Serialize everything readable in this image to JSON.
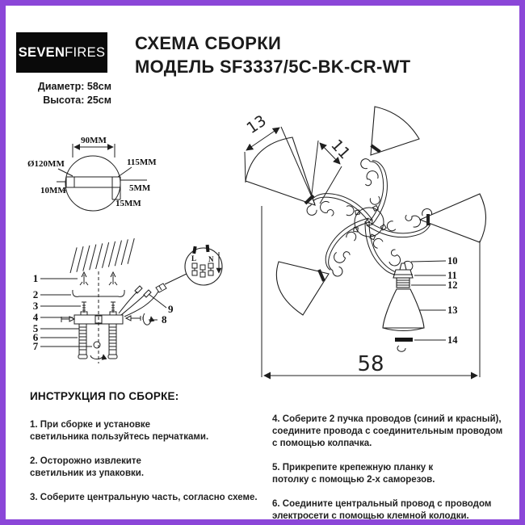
{
  "meta": {
    "accent_color": "#8b46d8",
    "line_color": "#1f1f1f"
  },
  "header": {
    "logo_bold": "SEVEN",
    "logo_light": "FIRES",
    "title_line1": "СХЕМА СБОРКИ",
    "title_line2": "МОДЕЛЬ SF3337/5C-BK-CR-WT",
    "diameter": "Диаметр: 58см",
    "height": "Высота: 25см"
  },
  "mount_drawing": {
    "dim_width": "90MM",
    "dim_diameter": "Ø120MM",
    "dim_right": "115MM",
    "dim_left": "10MM",
    "dim_edge": "5MM",
    "dim_depth": "15MM"
  },
  "install_diagram": {
    "parts": [
      "1",
      "2",
      "3",
      "4",
      "5",
      "6",
      "7",
      "8",
      "9"
    ],
    "wire_live": "L",
    "wire_neutral": "N"
  },
  "chandelier": {
    "dim_shade_length": "13",
    "dim_shade_width": "11",
    "dim_total": "58",
    "parts": [
      "10",
      "11",
      "12",
      "13",
      "14"
    ]
  },
  "instructions": {
    "heading": "ИНСТРУКЦИЯ ПО СБОРКЕ:",
    "items": [
      {
        "text": "1. При сборке и установке\nсветильника пользуйтесь перчатками."
      },
      {
        "text": "2. Осторожно извлеките\nсветильник из упаковки."
      },
      {
        "text": "3. Соберите центральную часть, согласно схеме."
      },
      {
        "text": "4. Соберите 2 пучка проводов (синий и красный),\nсоедините провода с соединительным проводом\nс помощью колпачка."
      },
      {
        "text": "5. Прикрепите крепежную планку к\nпотолку с помощью 2-х саморезов."
      },
      {
        "text": "6. Соедините центральный провод с проводом\nэлектросети с помощью клемной колодки."
      }
    ]
  }
}
